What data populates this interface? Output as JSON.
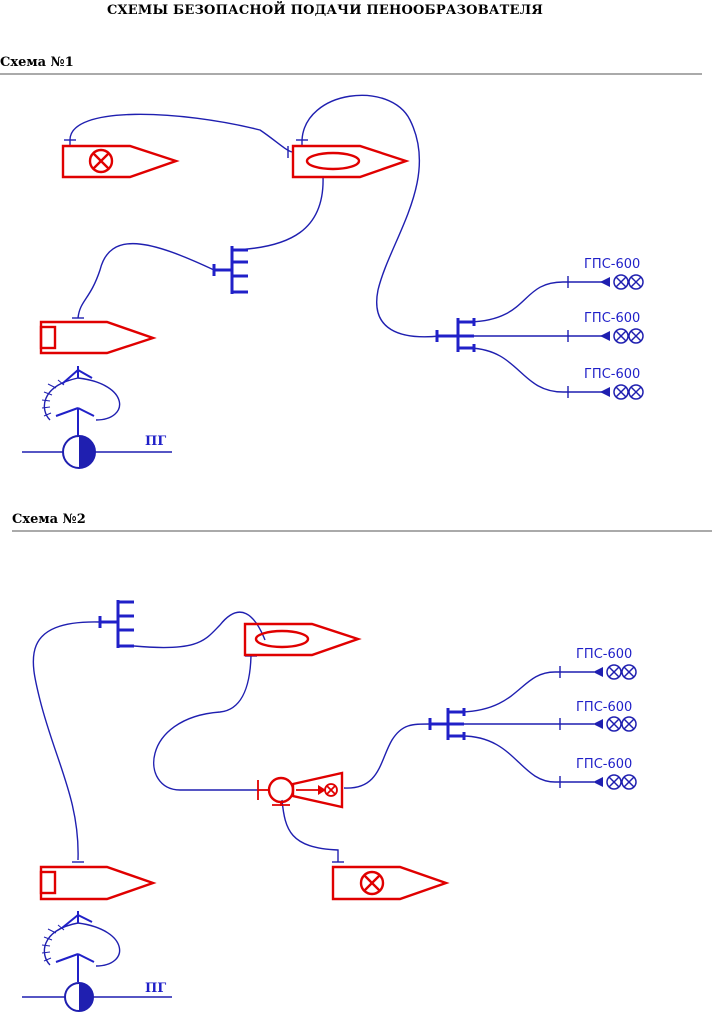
{
  "title": "СХЕМЫ БЕЗОПАСНОЙ ПОДАЧИ ПЕНООБРАЗОВАТЕЛЯ",
  "scheme1": {
    "label": "Схема №1",
    "hydrant_label": "ПГ",
    "gps_labels": [
      "ГПС-600",
      "ГПС-600",
      "ГПС-600"
    ]
  },
  "scheme2": {
    "label": "Схема №2",
    "hydrant_label": "ПГ",
    "gps_labels": [
      "ГПС-600",
      "ГПС-600",
      "ГПС-600"
    ]
  },
  "colors": {
    "vehicle": "#e00000",
    "hose": "#1f1fb0",
    "equipment": "#2020c8",
    "label_text": "#1f1fc8"
  },
  "icons": [
    "fire-truck-icon",
    "foam-tanker-icon",
    "pump-truck-icon",
    "branch-manifold-icon",
    "foam-generator-icon",
    "hydrant-icon",
    "foam-mixer-icon"
  ]
}
